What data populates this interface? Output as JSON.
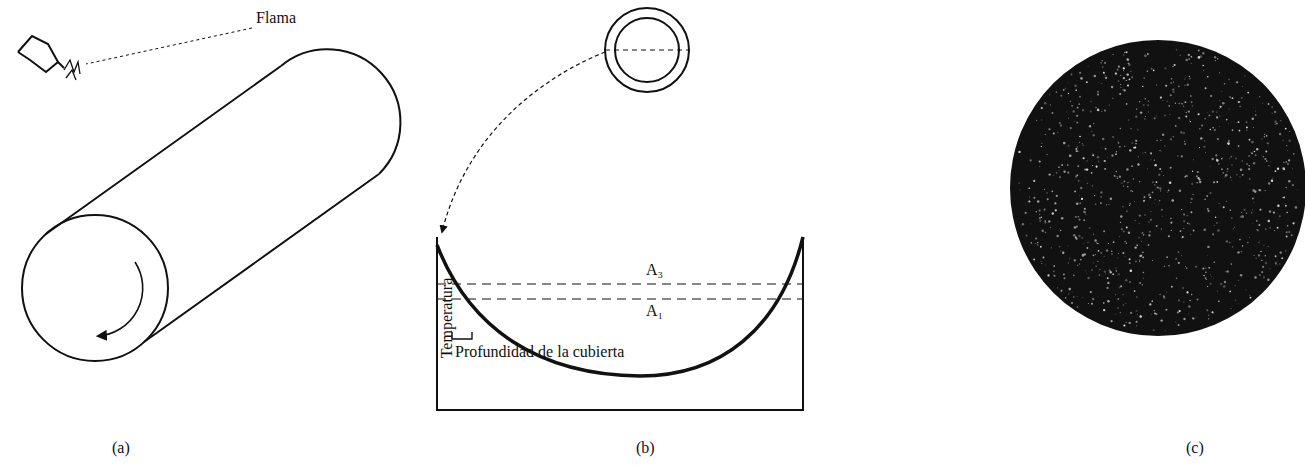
{
  "diagram": {
    "labels": [
      "Flama",
      "(a)",
      "A₃",
      "A₁",
      "Temperatura",
      "Profundidad de la cubierta",
      "(b)",
      "(c)"
    ]
  }
}
